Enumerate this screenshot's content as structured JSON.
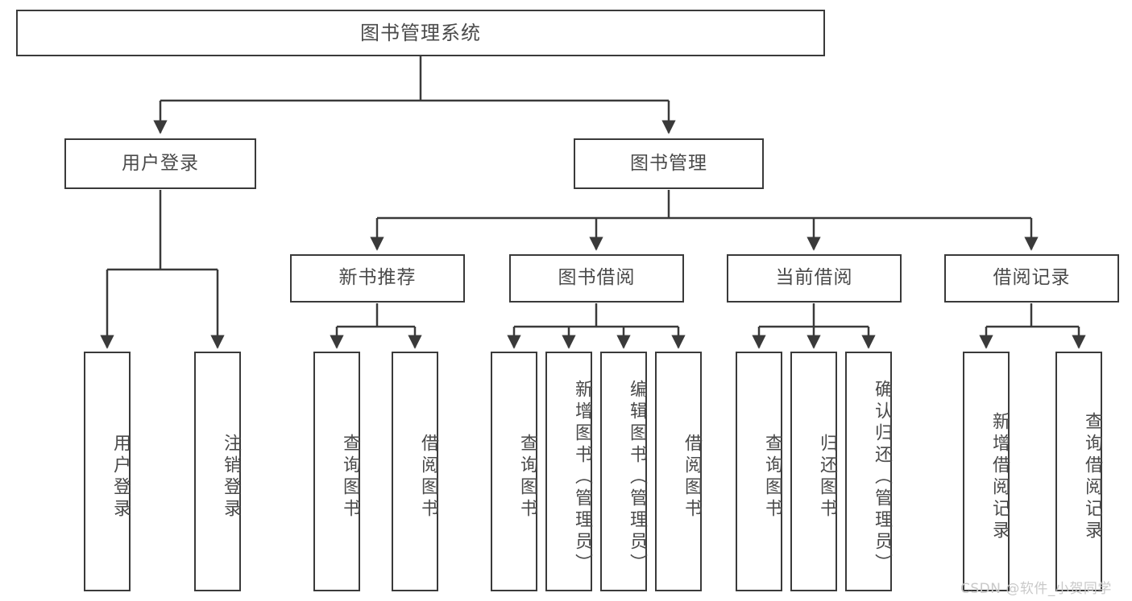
{
  "diagram": {
    "title": "图书管理系统",
    "type": "tree-hierarchy-diagram",
    "colors": {
      "stroke": "#3a3a3a",
      "text": "#4a4a4a",
      "background": "#ffffff",
      "watermark": "#c9c9c9"
    }
  },
  "nodes": {
    "root": {
      "label": "图书管理系统"
    },
    "level2": [
      {
        "id": "user-login",
        "label": "用户登录"
      },
      {
        "id": "book-management",
        "label": "图书管理"
      }
    ],
    "level3": [
      {
        "id": "new-book-recommend",
        "label": "新书推荐"
      },
      {
        "id": "book-borrow",
        "label": "图书借阅"
      },
      {
        "id": "current-borrow",
        "label": "当前借阅"
      },
      {
        "id": "borrow-record",
        "label": "借阅记录"
      }
    ],
    "leaves": {
      "user_login": [
        {
          "id": "leaf-user-login",
          "label": "用户登录"
        },
        {
          "id": "leaf-logout-login",
          "label": "注销登录"
        }
      ],
      "new_book_recommend": [
        {
          "id": "leaf-query-book-1",
          "label": "查询图书"
        },
        {
          "id": "leaf-borrow-book-1",
          "label": "借阅图书"
        }
      ],
      "book_borrow": [
        {
          "id": "leaf-query-book-2",
          "label": "查询图书"
        },
        {
          "id": "leaf-add-book-admin",
          "label": "新增图书（管理员）"
        },
        {
          "id": "leaf-edit-book-admin",
          "label": "编辑图书（管理员）"
        },
        {
          "id": "leaf-borrow-book-2",
          "label": "借阅图书"
        }
      ],
      "current_borrow": [
        {
          "id": "leaf-query-book-3",
          "label": "查询图书"
        },
        {
          "id": "leaf-return-book",
          "label": "归还图书"
        },
        {
          "id": "leaf-confirm-return-admin",
          "label": "确认归还（管理员）"
        }
      ],
      "borrow_record": [
        {
          "id": "leaf-add-borrow-record",
          "label": "新增借阅记录"
        },
        {
          "id": "leaf-query-borrow-record",
          "label": "查询借阅记录"
        }
      ]
    }
  },
  "watermark": {
    "text": "CSDN @软件_小贺同学"
  }
}
